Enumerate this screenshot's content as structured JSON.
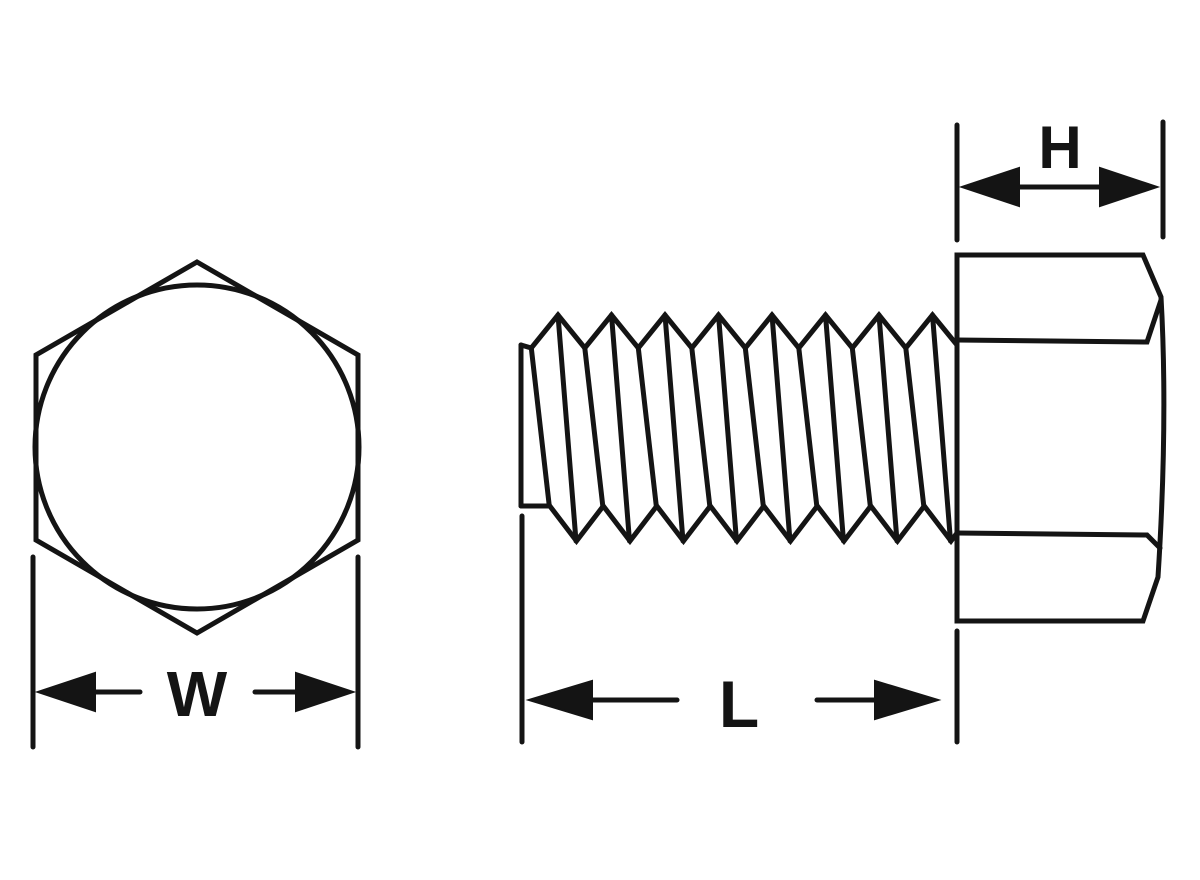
{
  "diagram": {
    "background_color": "#ffffff",
    "line_color": "#141414",
    "labels": {
      "width": "W",
      "length": "L",
      "head_height": "H"
    }
  }
}
